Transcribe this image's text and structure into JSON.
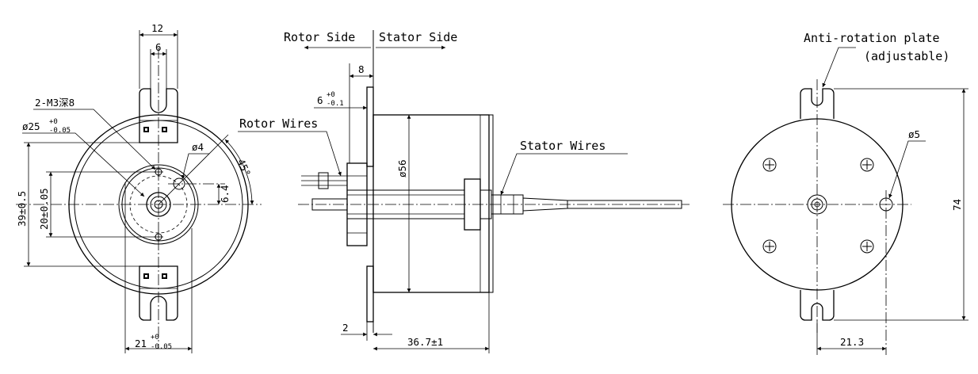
{
  "labels": {
    "rotor_side": "Rotor Side",
    "stator_side": "Stator Side",
    "rotor_wires": "Rotor Wires",
    "stator_wires": "Stator Wires",
    "anti_rotation_1": "Anti-rotation plate",
    "anti_rotation_2": "(adjustable)"
  },
  "dims_front": {
    "width_12": "12",
    "width_6": "6",
    "thread": "2-M3深8",
    "dia25_main": "ø25",
    "dia25_tol_hi": "+0",
    "dia25_tol_lo": "-0.05",
    "dia4": "ø4",
    "angle": "45°",
    "dim_6_4": "6.4",
    "dim_39": "39±0.5",
    "dim_20": "20±0.05",
    "dim_21_main": "21",
    "dim_21_tol_hi": "+0",
    "dim_21_tol_lo": "-0.05"
  },
  "dims_side": {
    "dim_8": "8",
    "dim_6_main": "6",
    "dim_6_tol_hi": "+0",
    "dim_6_tol_lo": "-0.1",
    "dia56": "ø56",
    "dim_2": "2",
    "dim_36_7": "36.7±1"
  },
  "dims_rear": {
    "dia5": "ø5",
    "dim_74": "74",
    "dim_21_3": "21.3"
  }
}
